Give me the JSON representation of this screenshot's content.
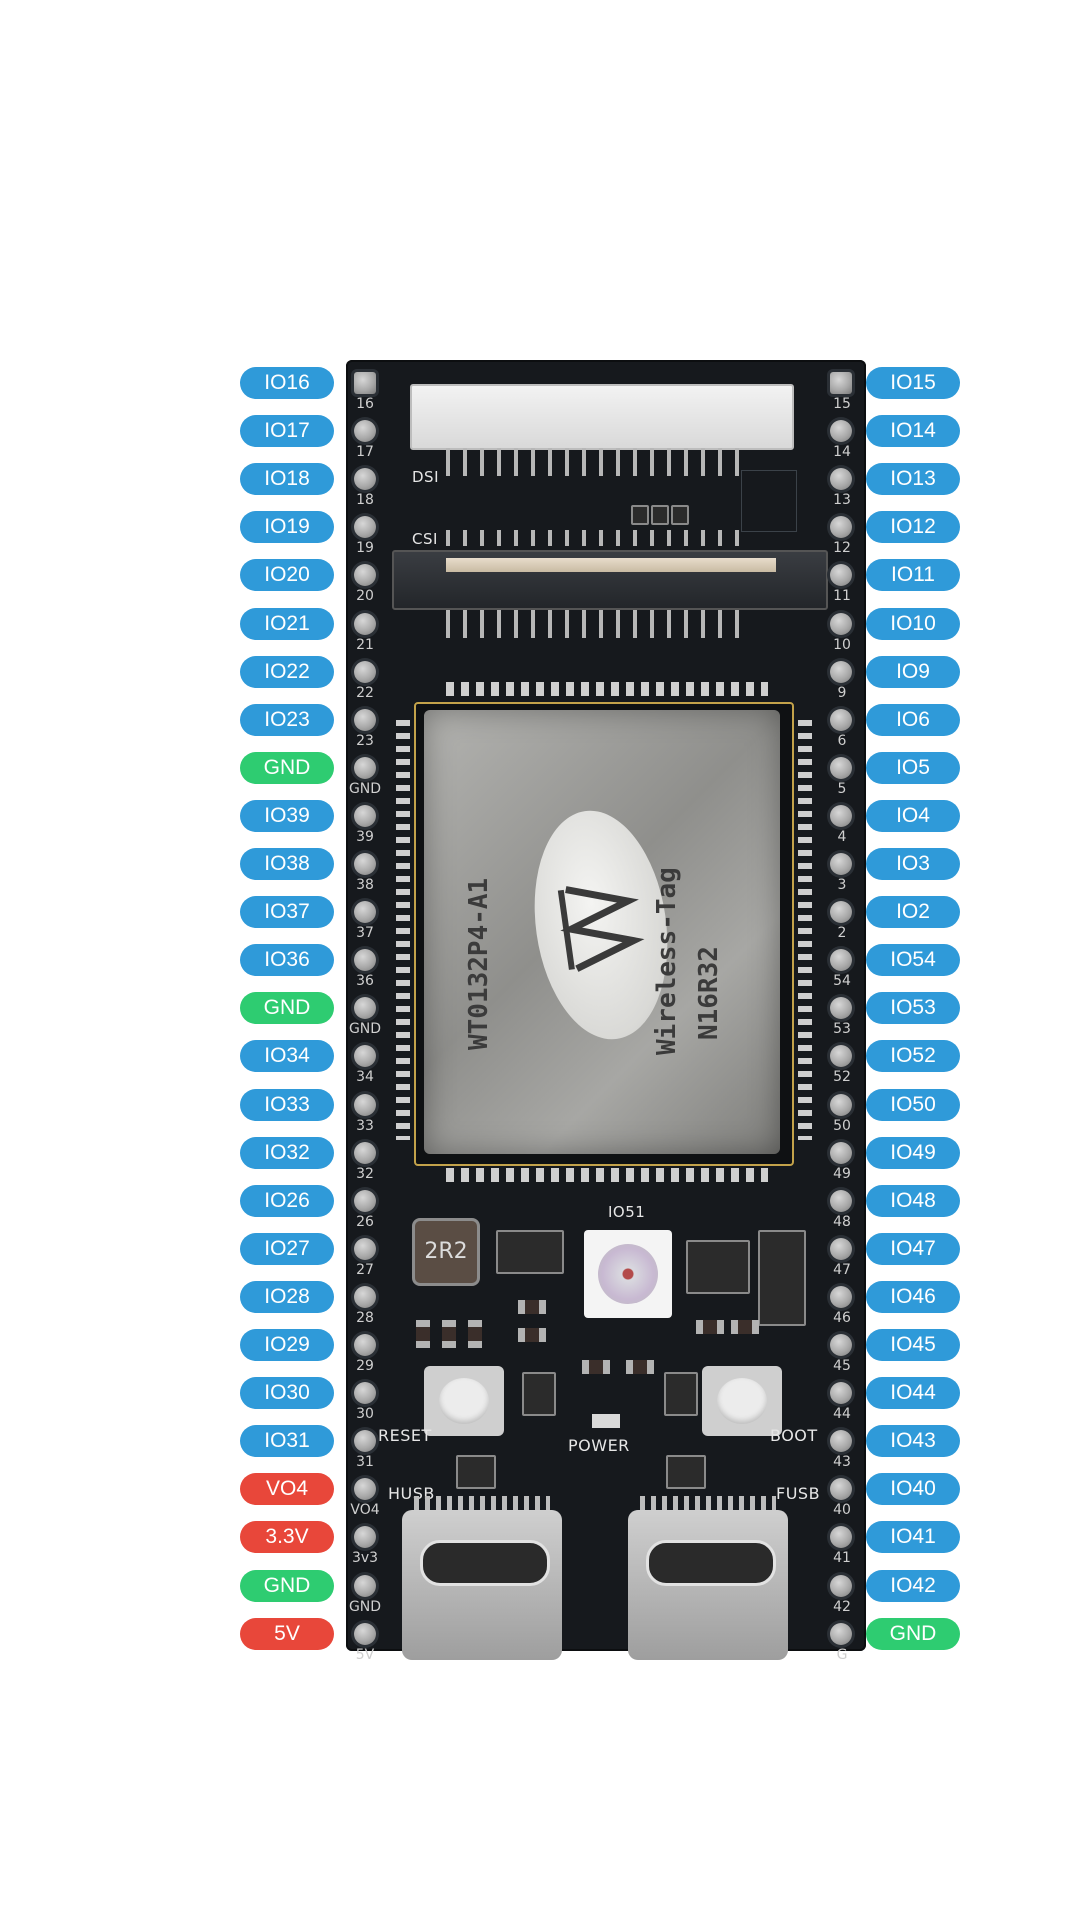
{
  "colors": {
    "gpio": "#2f9ad9",
    "gnd": "#2ecc71",
    "power": "#e8473a",
    "board": "#16191d"
  },
  "left_pins": [
    {
      "label": "IO16",
      "type": "gpio",
      "silk": "16"
    },
    {
      "label": "IO17",
      "type": "gpio",
      "silk": "17"
    },
    {
      "label": "IO18",
      "type": "gpio",
      "silk": "18"
    },
    {
      "label": "IO19",
      "type": "gpio",
      "silk": "19"
    },
    {
      "label": "IO20",
      "type": "gpio",
      "silk": "20"
    },
    {
      "label": "IO21",
      "type": "gpio",
      "silk": "21"
    },
    {
      "label": "IO22",
      "type": "gpio",
      "silk": "22"
    },
    {
      "label": "IO23",
      "type": "gpio",
      "silk": "23"
    },
    {
      "label": "GND",
      "type": "gnd",
      "silk": "GND"
    },
    {
      "label": "IO39",
      "type": "gpio",
      "silk": "39"
    },
    {
      "label": "IO38",
      "type": "gpio",
      "silk": "38"
    },
    {
      "label": "IO37",
      "type": "gpio",
      "silk": "37"
    },
    {
      "label": "IO36",
      "type": "gpio",
      "silk": "36"
    },
    {
      "label": "GND",
      "type": "gnd",
      "silk": "GND"
    },
    {
      "label": "IO34",
      "type": "gpio",
      "silk": "34"
    },
    {
      "label": "IO33",
      "type": "gpio",
      "silk": "33"
    },
    {
      "label": "IO32",
      "type": "gpio",
      "silk": "32"
    },
    {
      "label": "IO26",
      "type": "gpio",
      "silk": "26"
    },
    {
      "label": "IO27",
      "type": "gpio",
      "silk": "27"
    },
    {
      "label": "IO28",
      "type": "gpio",
      "silk": "28"
    },
    {
      "label": "IO29",
      "type": "gpio",
      "silk": "29"
    },
    {
      "label": "IO30",
      "type": "gpio",
      "silk": "30"
    },
    {
      "label": "IO31",
      "type": "gpio",
      "silk": "31"
    },
    {
      "label": "VO4",
      "type": "power",
      "silk": "VO4"
    },
    {
      "label": "3.3V",
      "type": "power",
      "silk": "3v3"
    },
    {
      "label": "GND",
      "type": "gnd",
      "silk": "GND"
    },
    {
      "label": "5V",
      "type": "power",
      "silk": "5V"
    }
  ],
  "right_pins": [
    {
      "label": "IO15",
      "type": "gpio",
      "silk": "15"
    },
    {
      "label": "IO14",
      "type": "gpio",
      "silk": "14"
    },
    {
      "label": "IO13",
      "type": "gpio",
      "silk": "13"
    },
    {
      "label": "IO12",
      "type": "gpio",
      "silk": "12"
    },
    {
      "label": "IO11",
      "type": "gpio",
      "silk": "11"
    },
    {
      "label": "IO10",
      "type": "gpio",
      "silk": "10"
    },
    {
      "label": "IO9",
      "type": "gpio",
      "silk": "9"
    },
    {
      "label": "IO6",
      "type": "gpio",
      "silk": "6"
    },
    {
      "label": "IO5",
      "type": "gpio",
      "silk": "5"
    },
    {
      "label": "IO4",
      "type": "gpio",
      "silk": "4"
    },
    {
      "label": "IO3",
      "type": "gpio",
      "silk": "3"
    },
    {
      "label": "IO2",
      "type": "gpio",
      "silk": "2"
    },
    {
      "label": "IO54",
      "type": "gpio",
      "silk": "54"
    },
    {
      "label": "IO53",
      "type": "gpio",
      "silk": "53"
    },
    {
      "label": "IO52",
      "type": "gpio",
      "silk": "52"
    },
    {
      "label": "IO50",
      "type": "gpio",
      "silk": "50"
    },
    {
      "label": "IO49",
      "type": "gpio",
      "silk": "49"
    },
    {
      "label": "IO48",
      "type": "gpio",
      "silk": "48"
    },
    {
      "label": "IO47",
      "type": "gpio",
      "silk": "47"
    },
    {
      "label": "IO46",
      "type": "gpio",
      "silk": "46"
    },
    {
      "label": "IO45",
      "type": "gpio",
      "silk": "45"
    },
    {
      "label": "IO44",
      "type": "gpio",
      "silk": "44"
    },
    {
      "label": "IO43",
      "type": "gpio",
      "silk": "43"
    },
    {
      "label": "IO40",
      "type": "gpio",
      "silk": "40"
    },
    {
      "label": "IO41",
      "type": "gpio",
      "silk": "41"
    },
    {
      "label": "IO42",
      "type": "gpio",
      "silk": "42"
    },
    {
      "label": "GND",
      "type": "gnd",
      "silk": "G"
    }
  ],
  "board_labels": {
    "dsi": "DSI",
    "csi": "CSI",
    "io51": "IO51",
    "reset": "RESET",
    "power": "POWER",
    "boot": "BOOT",
    "husb": "HUSB",
    "fusb": "FUSB",
    "inductor": "2R2"
  },
  "module": {
    "model": "WT0132P4-A1",
    "brand": "Wireless-Tag",
    "variant": "N16R32"
  }
}
